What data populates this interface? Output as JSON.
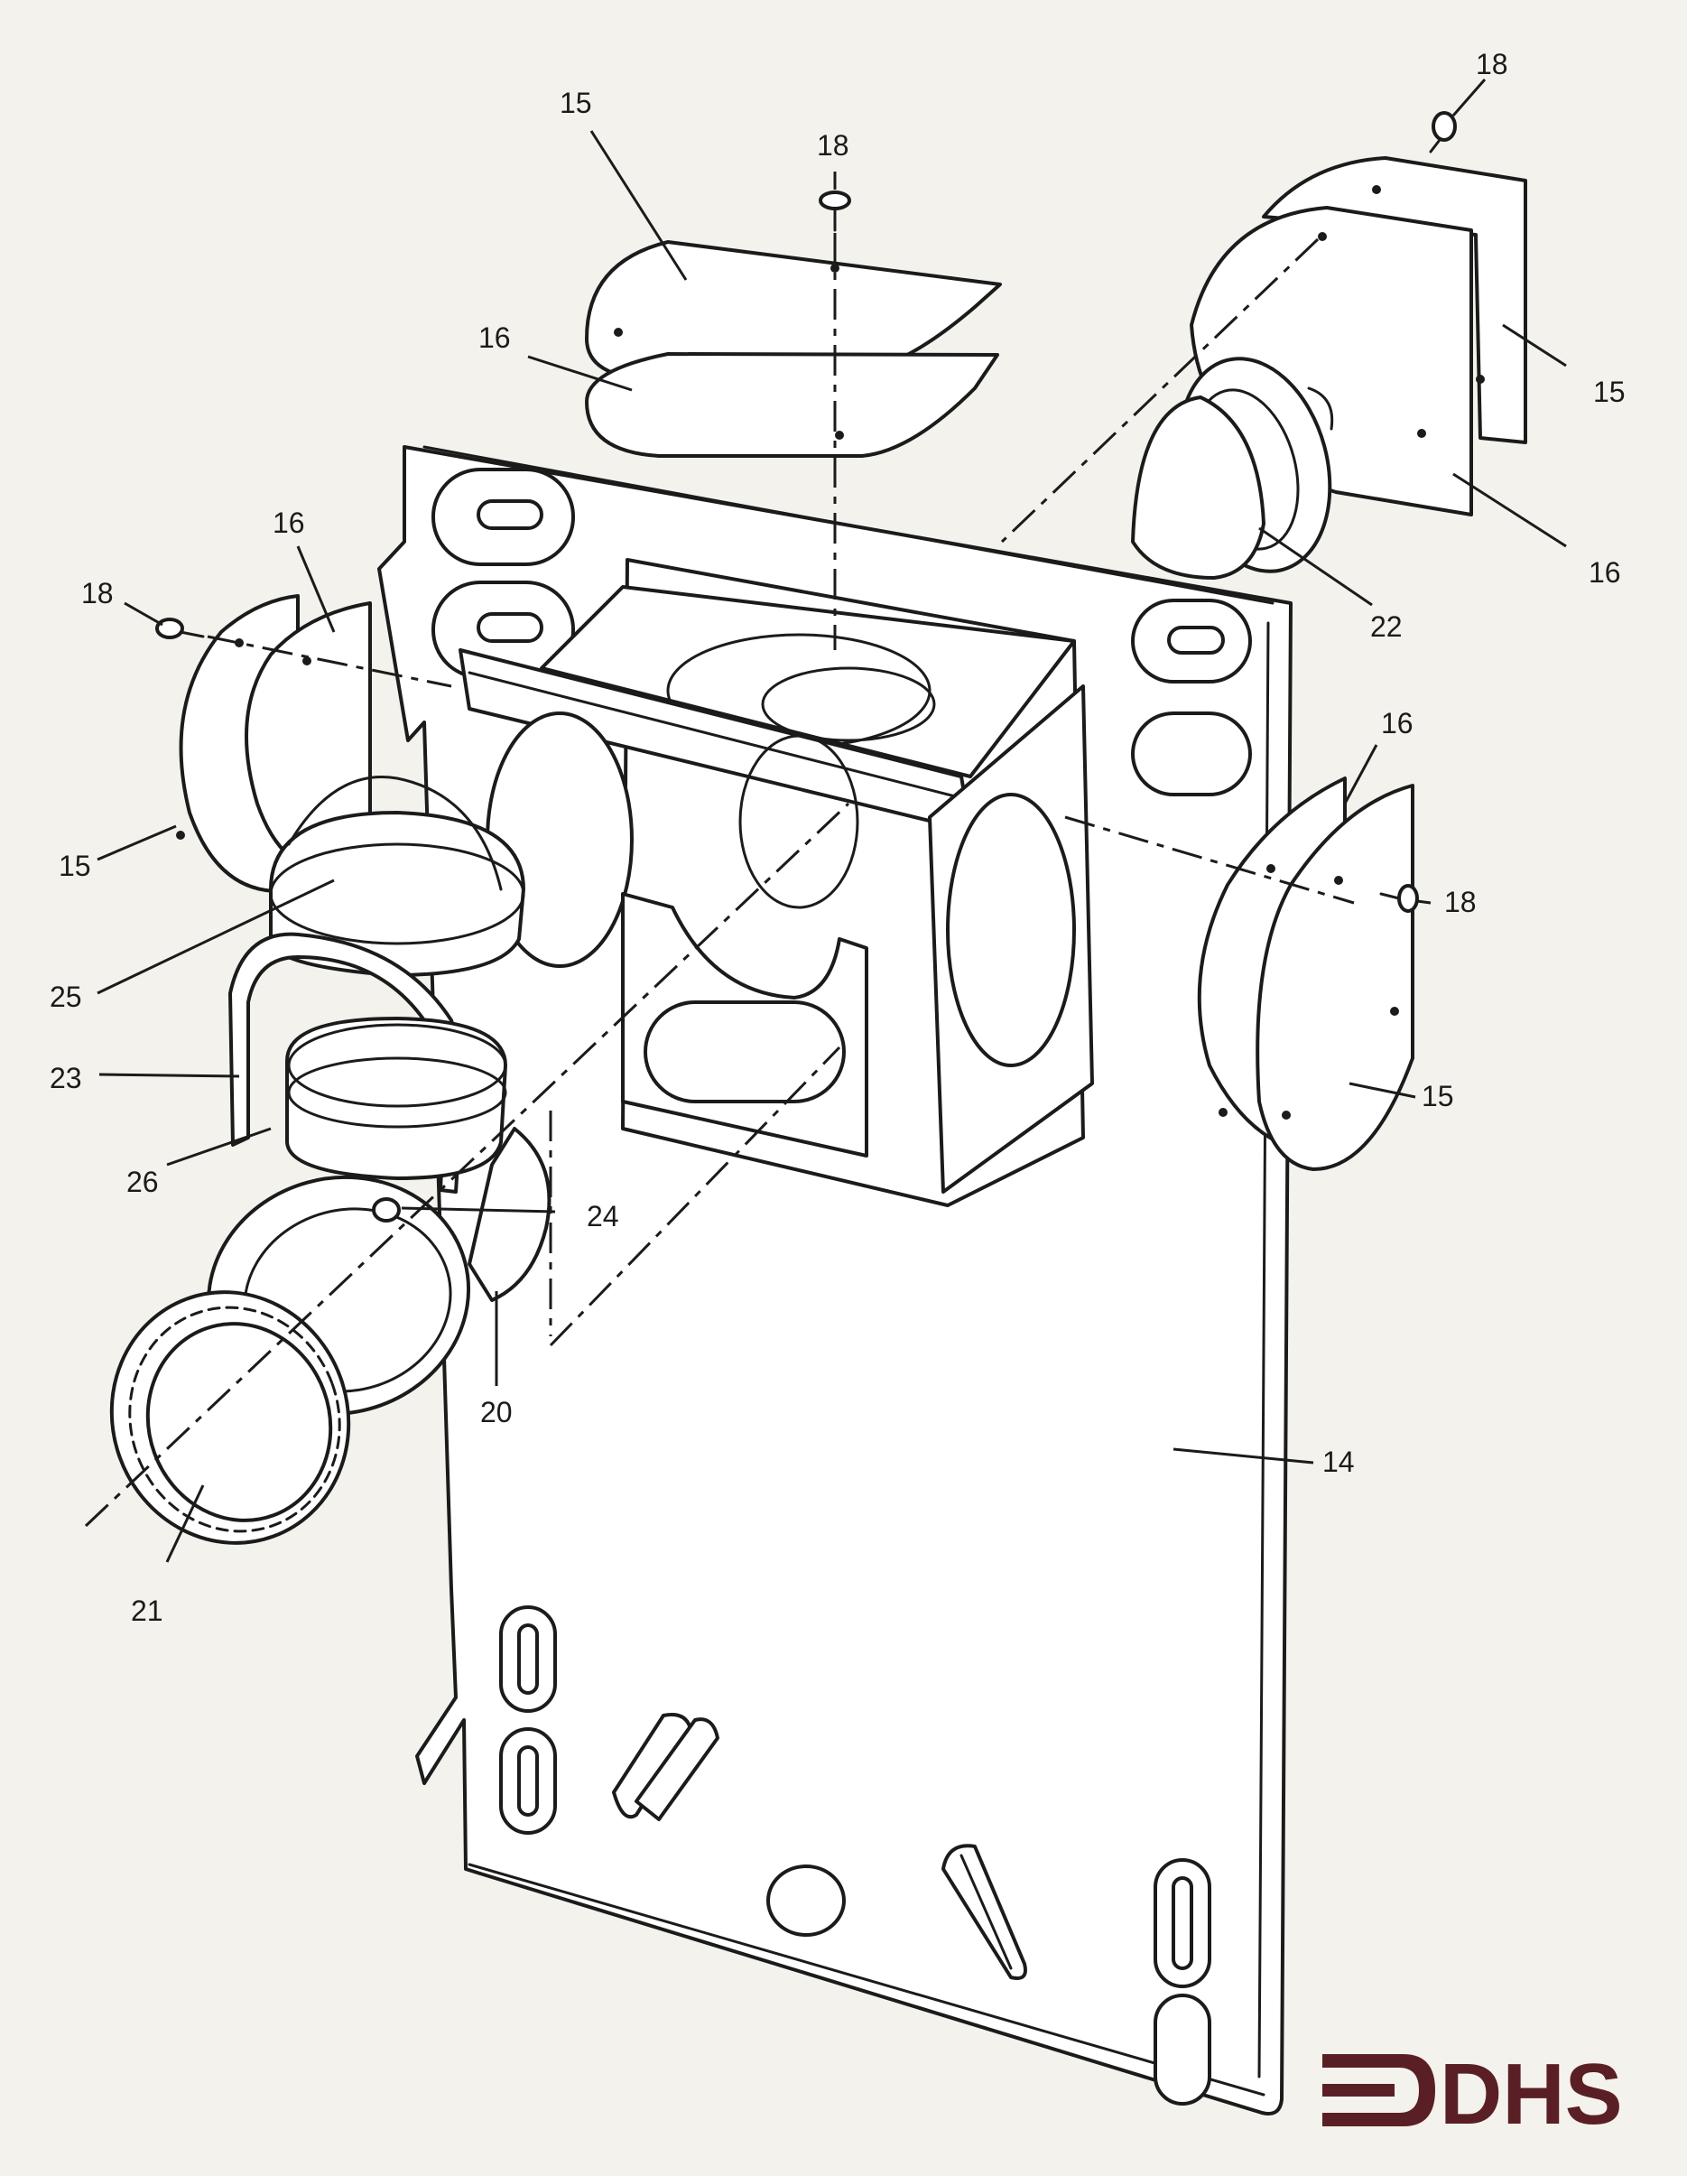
{
  "callouts": {
    "c14": "14",
    "c15_top": "15",
    "c15_right": "15",
    "c15_left": "15",
    "c15_side": "15",
    "c16_top": "16",
    "c16_right": "16",
    "c16_left": "16",
    "c16_side": "16",
    "c18_top": "18",
    "c18_upper_right": "18",
    "c18_left": "18",
    "c18_right": "18",
    "c20": "20",
    "c21": "21",
    "c22": "22",
    "c23": "23",
    "c24": "24",
    "c25": "25",
    "c26": "26"
  },
  "logo": {
    "text": "DHS",
    "color": "#5a1f24"
  },
  "colors": {
    "line": "#1b1b1b",
    "paper": "#f4f2ec"
  }
}
